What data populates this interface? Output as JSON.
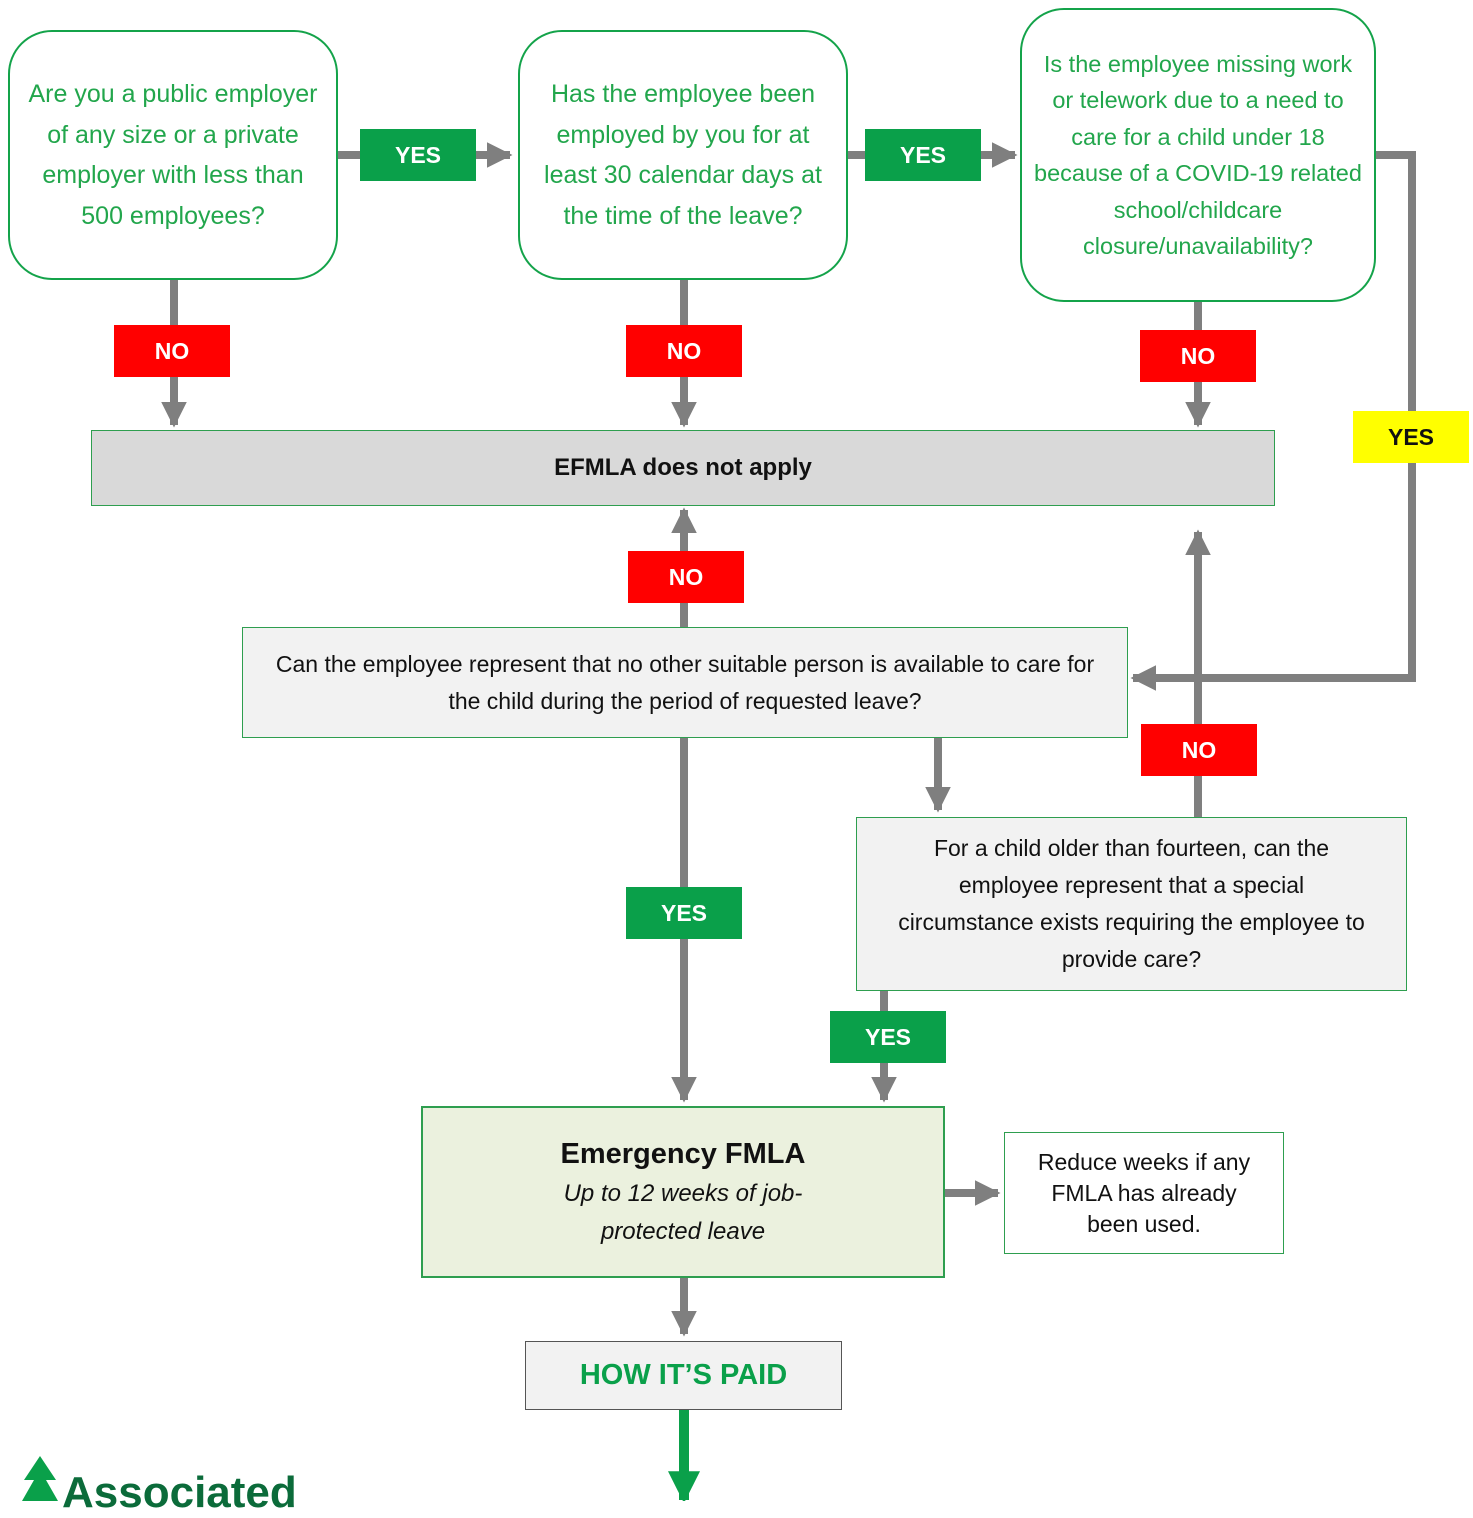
{
  "questions": {
    "q1": "Are you a public employer of any size or a private employer with less than 500 employees?",
    "q2": "Has the employee been employed by you for at least 30 calendar days at the time of the leave?",
    "q3": "Is the employee missing work or telework due to a need to care for a child under 18 because of a COVID-19 related school/childcare closure/unavailability?",
    "q4": "Can the employee represent that no other suitable person is available to care for the child during the period of requested leave?",
    "q5": "For a child older than fourteen, can the employee represent that a special circumstance exists requiring the employee to provide care?"
  },
  "outcomes": {
    "not_apply": "EFMLA does not apply",
    "efmla_title": "Emergency FMLA",
    "efmla_subtitle": "Up to 12 weeks of job-protected leave",
    "reduce_note": "Reduce weeks if any FMLA has already been used.",
    "how_paid": "HOW IT’S PAID"
  },
  "labels": {
    "yes": "YES",
    "no": "NO"
  },
  "logo": {
    "text": "Associated"
  },
  "colors": {
    "green": "#0aa04a",
    "red": "#ff0000",
    "yellow": "#ffff00",
    "connector": "#7f7f7f",
    "efmla_fill": "#ebf1de",
    "gray_fill": "#d9d9d9"
  }
}
